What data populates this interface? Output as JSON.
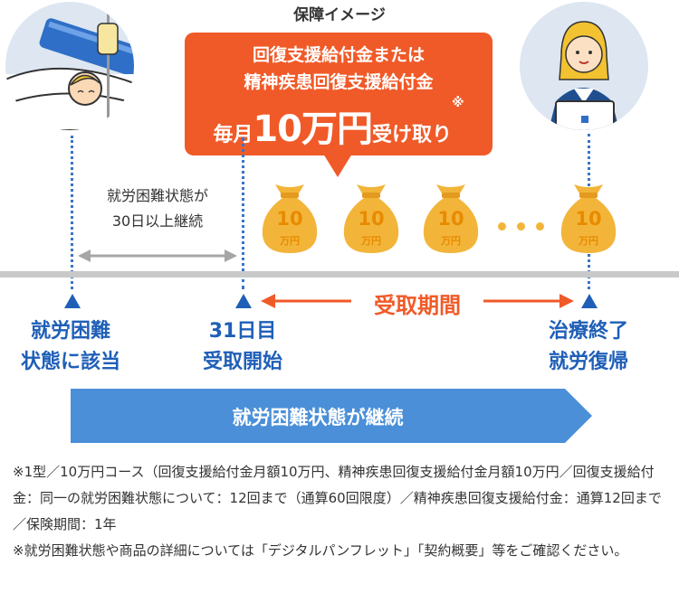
{
  "title": "保障イメージ",
  "callout": {
    "line1": "回復支援給付金または",
    "line2": "精神疾患回復支援給付金",
    "big_prefix": "毎月",
    "big_amount": "10万円",
    "big_suffix": "受け取り",
    "note_mark": "※"
  },
  "condition": {
    "line1": "就労困難状態が",
    "line2": "30日以上継続"
  },
  "bags": [
    {
      "amount": "10",
      "unit": "万円"
    },
    {
      "amount": "10",
      "unit": "万円"
    },
    {
      "amount": "10",
      "unit": "万円"
    },
    {
      "amount": "10",
      "unit": "万円"
    }
  ],
  "period_label": "受取期間",
  "points": [
    {
      "line1": "就労困難",
      "line2": "状態に該当"
    },
    {
      "line1": "31日目",
      "line2": "受取開始"
    },
    {
      "line1": "治療終了",
      "line2": "就労復帰"
    }
  ],
  "bar_label": "就労困難状態が継続",
  "footnotes": [
    "※1型／10万円コース（回復支援給付金月額10万円、精神疾患回復支援給付金月額10万円／回復支援給付金：同一の就労困難状態について：12回まで（通算60回限度）／精神疾患回復支援給付金：通算12回まで／保険期間：1年",
    "※就労困難状態や商品の詳細については「デジタルパンフレット」「契約概要」等をご確認ください。"
  ],
  "colors": {
    "accent_orange": "#f05a28",
    "brand_blue": "#1f5fb7",
    "bar_blue": "#4a8fd8",
    "bag_gold": "#f2b53a"
  }
}
